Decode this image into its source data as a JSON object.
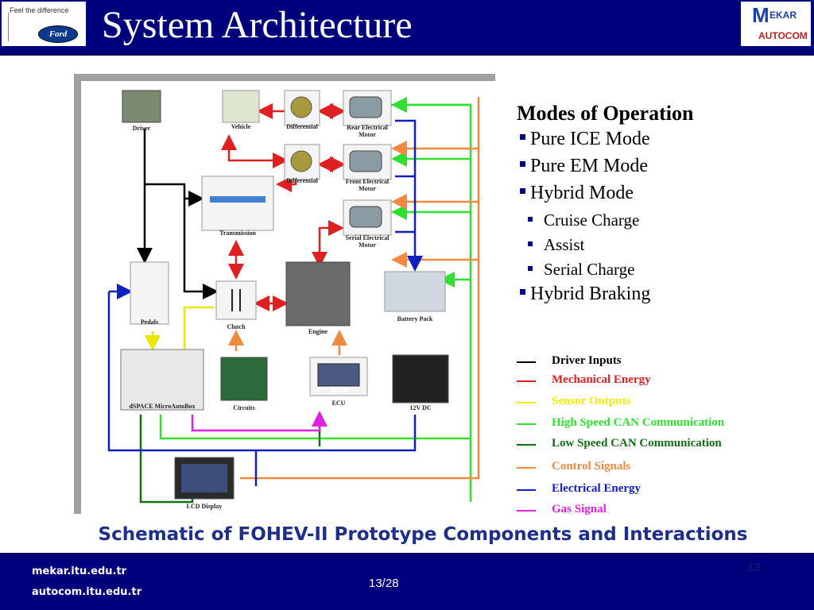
{
  "header": {
    "title": "System Architecture",
    "ford_tagline": "Feel the difference",
    "ford_logo_text": "Ford",
    "mekar_logo": {
      "m": "M",
      "ekar": "EKAR",
      "autocom": "AUTOCOM"
    }
  },
  "diagram": {
    "nodes": {
      "driver": "Driver",
      "vehicle": "Vehicle",
      "differential_rear": "Differential",
      "rear_motor": [
        "Rear Electrical",
        "Motor"
      ],
      "differential_front": "Differential",
      "front_motor": [
        "Front Electrical",
        "Motor"
      ],
      "transmission": "Transmission",
      "serial_motor": [
        "Serial Electrical",
        "Motor"
      ],
      "pedals": "Pedals",
      "clutch": "Clutch",
      "engine": "Engine",
      "battery": "Battery Pack",
      "dspace": "dSPACE MicroAutoBox",
      "circuits": "Circuits",
      "ecu_label": "ECU",
      "ecu": "ECU",
      "battery12": "12V DC",
      "lcd": "LCD Display"
    }
  },
  "modes": {
    "heading": "Modes of Operation",
    "items": [
      "Pure ICE Mode",
      "Pure EM Mode",
      "Hybrid Mode"
    ],
    "sub_items": [
      "Cruise Charge",
      "Assist",
      "Serial Charge"
    ],
    "last": "Hybrid Braking"
  },
  "legend": [
    {
      "label": "Driver Inputs",
      "color": "#000000"
    },
    {
      "label": "Mechanical Energy",
      "color": "#e02020"
    },
    {
      "label": "Sensor Outputs",
      "color": "#f0f000"
    },
    {
      "label": "High Speed CAN Communication",
      "color": "#30e030"
    },
    {
      "label": "Low Speed CAN Communication",
      "color": "#107010"
    },
    {
      "label": "Control Signals",
      "color": "#f08a40"
    },
    {
      "label": "Electrical Energy",
      "color": "#1020c0"
    },
    {
      "label": "Gas Signal",
      "color": "#e020e0"
    }
  ],
  "caption": "Schematic of FOHEV-II Prototype Components and Interactions",
  "footer": {
    "url1": "mekar.itu.edu.tr",
    "url2": "autocom.itu.edu.tr",
    "page": "13/28",
    "page_number": "13"
  },
  "colors": {
    "brand_navy": "#00007d",
    "caption_blue": "#1e2e8c"
  }
}
